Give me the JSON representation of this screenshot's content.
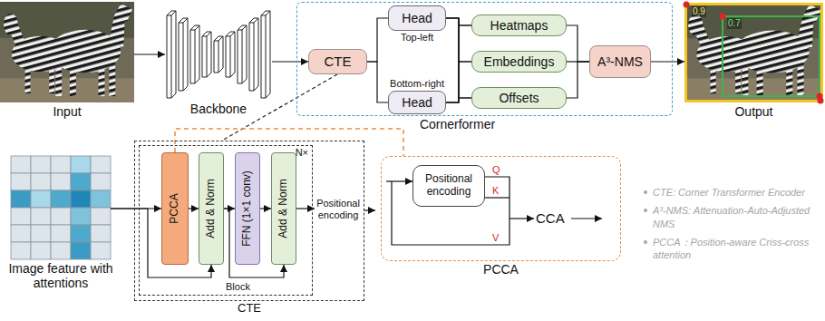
{
  "diagram": {
    "nodes": [
      {
        "text": [
          "Input"
        ]
      },
      {
        "text": [
          "Backbone"
        ]
      },
      {
        "text": [
          "Cornerformer"
        ]
      },
      {
        "text": [
          "CTE"
        ],
        "in": 2
      },
      {
        "text": [
          "Head",
          "Top-left"
        ],
        "in": 2
      },
      {
        "text": [
          "Bottom-right",
          "Head"
        ],
        "in": 2
      },
      {
        "text": [
          "Heatmaps"
        ],
        "in": 2
      },
      {
        "text": [
          "Embeddings"
        ],
        "in": 2
      },
      {
        "text": [
          "Offsets"
        ],
        "in": 2
      },
      {
        "text": [
          "A³-NMS"
        ],
        "in": 2
      },
      {
        "text": [
          "Output"
        ]
      },
      {
        "text": [
          "Image feature with attentions"
        ]
      },
      {
        "text": [
          "CTE"
        ]
      },
      {
        "text": [
          "N×"
        ],
        "in": 12
      },
      {
        "text": [
          "PCCA"
        ],
        "in": 13
      },
      {
        "text": [
          "Add & Norm"
        ],
        "in": 13
      },
      {
        "text": [
          "FFN (1×1 conv)"
        ],
        "in": 13
      },
      {
        "text": [
          "Add & Norm"
        ],
        "in": 13
      },
      {
        "text": [
          "Positional encoding"
        ],
        "in": 12
      },
      {
        "text": [
          "PCCA"
        ]
      },
      {
        "text": [
          "Positional encoding"
        ],
        "in": 19
      }
    ],
    "edges": [
      {
        "from": 0,
        "to": 1,
        "arrow": "to"
      },
      {
        "from": 1,
        "to": 3,
        "arrow": "to"
      },
      {
        "from": 3,
        "to": 4,
        "arrow": "none"
      },
      {
        "from": 3,
        "to": 5,
        "arrow": "none"
      },
      {
        "from": 4,
        "to": 6,
        "arrow": "none"
      },
      {
        "from": 4,
        "to": 7,
        "arrow": "none"
      },
      {
        "from": 4,
        "to": 8,
        "arrow": "none"
      },
      {
        "from": 5,
        "to": 6,
        "arrow": "none"
      },
      {
        "from": 5,
        "to": 7,
        "arrow": "none"
      },
      {
        "from": 5,
        "to": 8,
        "arrow": "none"
      },
      {
        "from": 6,
        "to": 9,
        "arrow": "none"
      },
      {
        "from": 7,
        "to": 9,
        "arrow": "none"
      },
      {
        "from": 8,
        "to": 9,
        "arrow": "none"
      },
      {
        "from": 9,
        "to": 10,
        "arrow": "to"
      },
      {
        "from": 3,
        "to": 12,
        "arrow": "none"
      },
      {
        "from": 11,
        "to": 14,
        "arrow": "to"
      },
      {
        "from": 14,
        "to": 15,
        "arrow": "to"
      },
      {
        "from": 15,
        "to": 16,
        "arrow": "to"
      },
      {
        "from": 16,
        "to": 17,
        "arrow": "to"
      },
      {
        "from": 17,
        "to": 18,
        "arrow": "to"
      },
      {
        "from": 11,
        "to": 15,
        "arrow": "to"
      },
      {
        "from": 15,
        "to": 17,
        "arrow": "to"
      },
      {
        "from": 14,
        "to": 19,
        "arrow": "none"
      }
    ],
    "labels": [
      "0.9",
      "0.7",
      "Block",
      "Q",
      "K",
      "V",
      "CCA",
      "CTE: Corner Transformer Encoder",
      "A³-NMS: Attenuation-Auto-Adjusted NMS",
      "PCCA：Position-aware Criss-cross attention"
    ]
  }
}
